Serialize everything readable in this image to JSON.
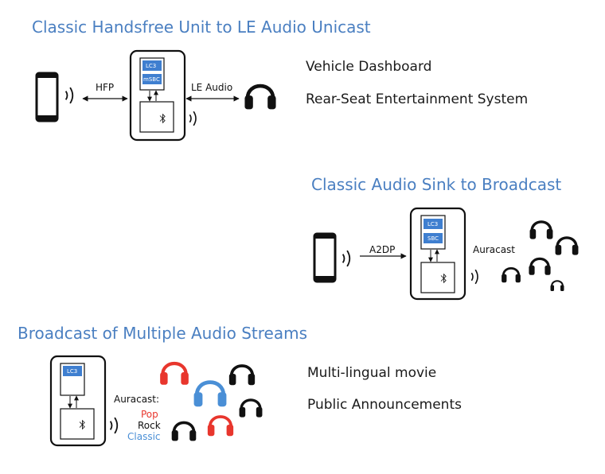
{
  "sections": [
    {
      "title": "Classic Handsfree Unit to LE Audio Unicast",
      "left_protocol": "HFP",
      "right_protocol": "LE Audio",
      "codecs": [
        "LC3",
        "mSBC"
      ],
      "use_cases": [
        "Vehicle Dashboard",
        "Rear-Seat Entertainment System"
      ]
    },
    {
      "title": "Classic Audio Sink to Broadcast",
      "left_protocol": "A2DP",
      "right_protocol": "Auracast",
      "codecs": [
        "LC3",
        "SBC"
      ]
    },
    {
      "title": "Broadcast of Multiple Audio Streams",
      "codecs": [
        "LC3"
      ],
      "stream_label": "Auracast:",
      "streams": [
        {
          "name": "Pop",
          "color": "#e8362d"
        },
        {
          "name": "Rock",
          "color": "#1a1a1a"
        },
        {
          "name": "Classic",
          "color": "#4a8fd6"
        }
      ],
      "use_cases": [
        "Multi-lingual movie",
        "Public Announcements"
      ]
    }
  ],
  "colors": {
    "title": "#4a7fc1",
    "chip_fill": "#3f7fd0",
    "headphone_red": "#e8362d",
    "headphone_blue": "#4a8fd6",
    "headphone_black": "#111111"
  },
  "icons": [
    "smartphone-icon",
    "radio-waves-icon",
    "chip-icon",
    "bluetooth-icon",
    "headphones-icon"
  ]
}
